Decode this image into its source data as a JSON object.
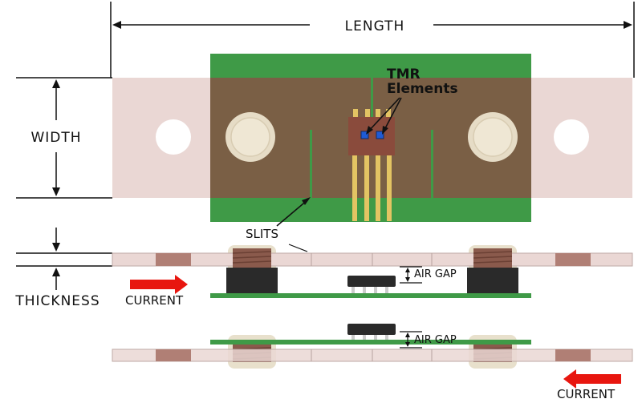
{
  "labels": {
    "length": "LENGTH",
    "width": "WIDTH",
    "thickness": "THICKNESS",
    "tmr_line1": "TMR",
    "tmr_line2": "Elements",
    "slits": "SLITS",
    "air_gap_top": "AIR GAP",
    "air_gap_bottom": "AIR GAP",
    "current_top": "CURRENT",
    "current_bottom": "CURRENT"
  },
  "colors": {
    "busbar": "#ead7d4",
    "busbar_edge": "#b8a3a0",
    "pcb_green": "#3f9a47",
    "pcb_overlay": "#7a5f45",
    "chip_body": "#8a4b3c",
    "chip_pin": "#e3c463",
    "sensor_blue": "#1e5bd6",
    "standoff": "#e8e0cc",
    "arrow_red": "#e8160f",
    "copper_band": "#b07f75",
    "ferrite": "#2a2a2a"
  }
}
